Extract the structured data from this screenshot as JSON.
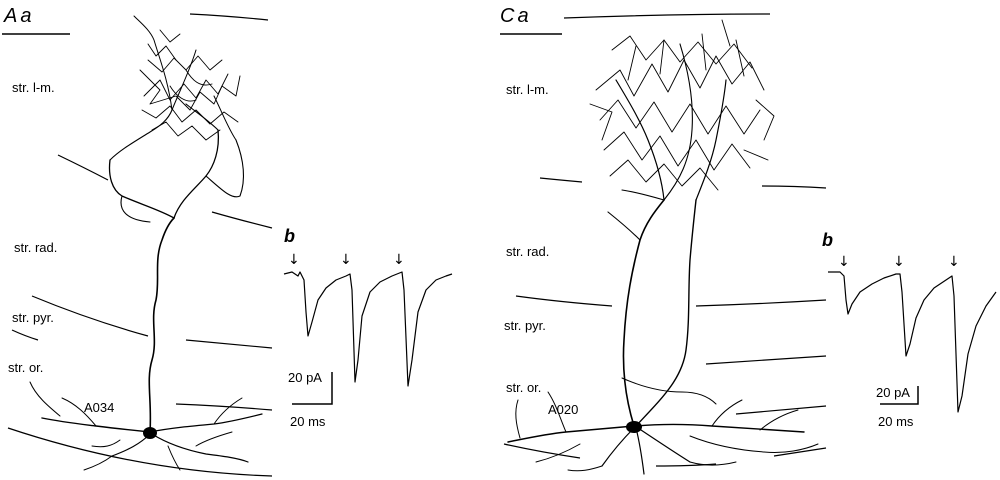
{
  "panels": {
    "left": {
      "title": "A",
      "title_sub": "a",
      "cell_id": "A034",
      "inset_label": "b",
      "layers": [
        "str. l-m.",
        "str. rad.",
        "str. pyr.",
        "str. or."
      ],
      "scale_current": "20 pA",
      "scale_time": "20 ms"
    },
    "right": {
      "title": "C",
      "title_sub": "a",
      "cell_id": "A020",
      "inset_label": "b",
      "layers": [
        "str. l-m.",
        "str. rad.",
        "str. pyr.",
        "str. or."
      ],
      "scale_current": "20 pA",
      "scale_time": "20 ms"
    }
  },
  "icons": {
    "stimulus_marker": "down-arrow-icon"
  }
}
